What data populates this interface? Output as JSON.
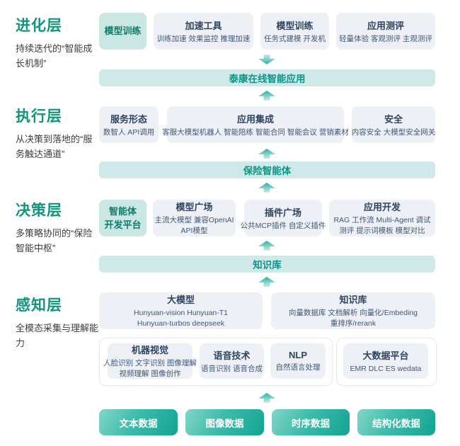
{
  "palette": {
    "accent_teal": "#12957C",
    "banner_bg": "#CFE9E8",
    "banner_text": "#0D9488",
    "highlight_bg": "#CBE7E3",
    "highlight_text": "#0D7C6C",
    "box_bg": "#EDF1F6",
    "box_title": "#2F4360",
    "box_sub": "#415674",
    "data_box_gradient_start": "#82D6C8",
    "data_box_gradient_end": "#12A493"
  },
  "layers": [
    {
      "name": "进化层",
      "desc": "持续迭代的“智能成长机制”",
      "highlight": "模型训练",
      "boxes": [
        {
          "title": "加速工具",
          "sub": [
            "训练加速 效果监控 推理加速"
          ]
        },
        {
          "title": "模型训练",
          "sub": [
            "任务式建模 开发机"
          ]
        },
        {
          "title": "应用测评",
          "sub": [
            "轻量体验 客观测评 主观测评"
          ]
        }
      ],
      "banner": "泰康在线智能应用"
    },
    {
      "name": "执行层",
      "desc": "从决策到落地的“服务触达通道”",
      "boxes": [
        {
          "title": "服务形态",
          "sub": [
            "数智人  API调用"
          ]
        },
        {
          "title": "应用集成",
          "sub": [
            "客服大模型机器人  智能陪练 智能合同 智能会议 营销素材"
          ]
        },
        {
          "title": "安全",
          "sub": [
            "内容安全 大模型安全网关"
          ]
        }
      ],
      "banner": "保险智能体"
    },
    {
      "name": "决策层",
      "desc": "多策略协同的“保险智能中枢”",
      "highlight": "智能体\n开发平台",
      "boxes": [
        {
          "title": "模型广场",
          "sub": [
            "主流大模型  兼容OpenAI",
            "API模型"
          ]
        },
        {
          "title": "插件广场",
          "sub": [
            "公共MCP插件 自定义插件"
          ]
        },
        {
          "title": "应用开发",
          "sub": [
            "RAG 工作流 Multi-Agent 调试",
            "测评 提示词模板 模型对比"
          ]
        }
      ],
      "banner": "知识库"
    },
    {
      "name": "感知层",
      "desc": "全模态采集与理解能力",
      "boxes": [
        {
          "title": "大模型",
          "sub": [
            "Hunyuan-vision Hunyuan-T1",
            "Hunyuan-turbos deepseek"
          ]
        },
        {
          "title": "知识库",
          "sub": [
            "向量数据库  文档解析 向量化/Embeding",
            "重排序/rerank"
          ]
        }
      ],
      "groups": [
        {
          "boxes": [
            {
              "title": "机器视觉",
              "sub": [
                "人脸识别 文字识别 图像理解",
                "视频理解 图像创作"
              ]
            },
            {
              "title": "语音技术",
              "sub": [
                "语音识别 语音合成"
              ]
            },
            {
              "title": "NLP",
              "sub": [
                "自然语言处理"
              ]
            }
          ]
        },
        {
          "boxes": [
            {
              "title": "大数据平台",
              "sub": [
                "EMR DLC ES wedata"
              ]
            }
          ]
        }
      ]
    }
  ],
  "data_sources": [
    "文本数据",
    "图像数据",
    "时序数据",
    "结构化数据"
  ]
}
